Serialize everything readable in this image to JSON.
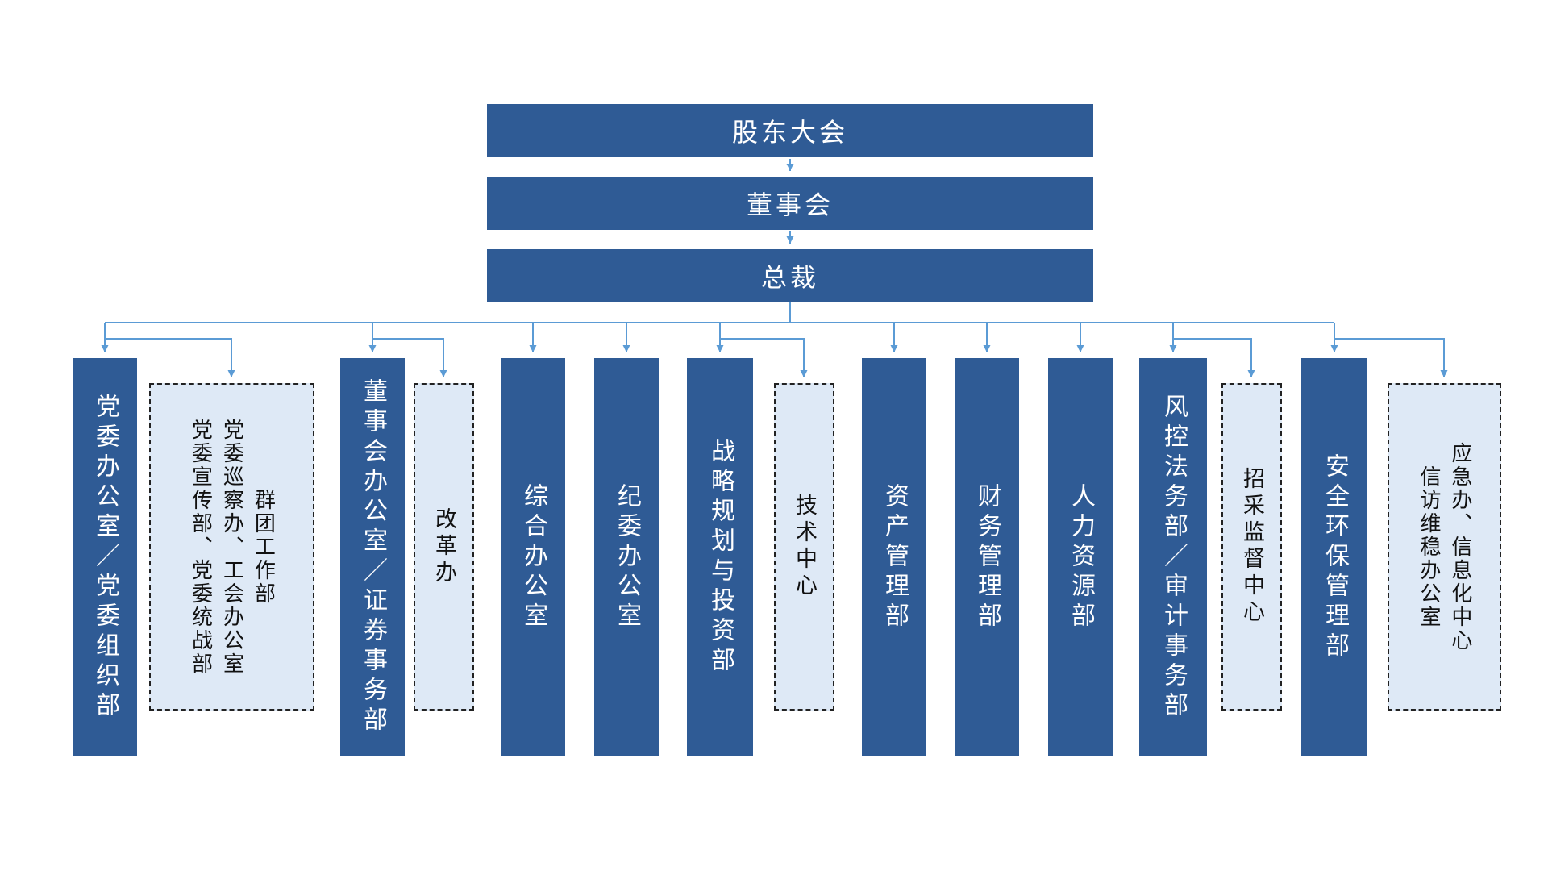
{
  "colors": {
    "solid_box": "#2F5B95",
    "dashed_box_fill": "#DEE9F6",
    "dashed_box_border": "#222222",
    "connector_line": "#5B9BD5",
    "top_bar_text": "#ffffff"
  },
  "chart": {
    "top_nodes": [
      {
        "label": "股东大会"
      },
      {
        "label": "董事会"
      },
      {
        "label": "总裁"
      }
    ],
    "departments": [
      {
        "id": "party-committee-office",
        "style": "solid",
        "label": "党委办公室／党委组织部"
      },
      {
        "id": "party-sub-offices",
        "style": "dashed",
        "columns": [
          "群团工作部",
          "党委巡察办、工会办公室",
          "党委宣传部、党委统战部"
        ]
      },
      {
        "id": "board-office",
        "style": "solid",
        "label": "董事会办公室／证券事务部"
      },
      {
        "id": "reform-office",
        "style": "dashed",
        "label": "改革办"
      },
      {
        "id": "general-office",
        "style": "solid",
        "label": "综合办公室"
      },
      {
        "id": "discipline-office",
        "style": "solid",
        "label": "纪委办公室"
      },
      {
        "id": "strategy-investment",
        "style": "solid",
        "label": "战略规划与投资部"
      },
      {
        "id": "technology-center",
        "style": "dashed",
        "label": "技术中心"
      },
      {
        "id": "asset-management",
        "style": "solid",
        "label": "资产管理部"
      },
      {
        "id": "finance-management",
        "style": "solid",
        "label": "财务管理部"
      },
      {
        "id": "human-resources",
        "style": "solid",
        "label": "人力资源部"
      },
      {
        "id": "risk-legal-audit",
        "style": "solid",
        "label": "风控法务部／审计事务部"
      },
      {
        "id": "procurement-supervision",
        "style": "dashed",
        "label": "招采监督中心"
      },
      {
        "id": "safety-environment",
        "style": "solid",
        "label": "安全环保管理部"
      },
      {
        "id": "emergency-petition",
        "style": "dashed",
        "columns": [
          "应急办、信息化中心",
          "信访维稳办公室"
        ]
      }
    ]
  }
}
